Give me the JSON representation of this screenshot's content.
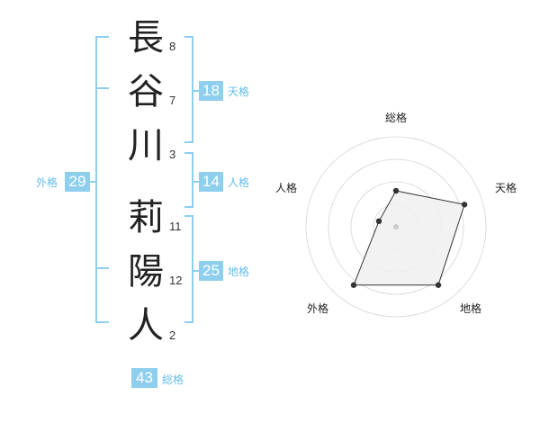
{
  "name": {
    "chars": [
      {
        "char": "長",
        "strokes": "8"
      },
      {
        "char": "谷",
        "strokes": "7"
      },
      {
        "char": "川",
        "strokes": "3"
      },
      {
        "char": "莉",
        "strokes": "11"
      },
      {
        "char": "陽",
        "strokes": "12"
      },
      {
        "char": "人",
        "strokes": "2"
      }
    ]
  },
  "fortune": {
    "tenkaku": {
      "value": "18",
      "label": "天格"
    },
    "jinkaku": {
      "value": "14",
      "label": "人格"
    },
    "chikaku": {
      "value": "25",
      "label": "地格"
    },
    "gaikaku": {
      "value": "29",
      "label": "外格"
    },
    "soukaku": {
      "value": "43",
      "label": "総格"
    }
  },
  "radar": {
    "axes": [
      "総格",
      "天格",
      "地格",
      "外格",
      "人格"
    ],
    "levels": 4,
    "values": [
      2,
      4,
      4,
      4,
      1
    ],
    "max": 5,
    "colors": {
      "fill": "#f0f0f0",
      "stroke": "#333333",
      "ring": "#dddddd",
      "dot": "#333333",
      "center": "#cccccc"
    }
  },
  "colors": {
    "accent": "#8fcfee",
    "accent_text": "#66bde9",
    "bracket": "#8fcfee"
  }
}
